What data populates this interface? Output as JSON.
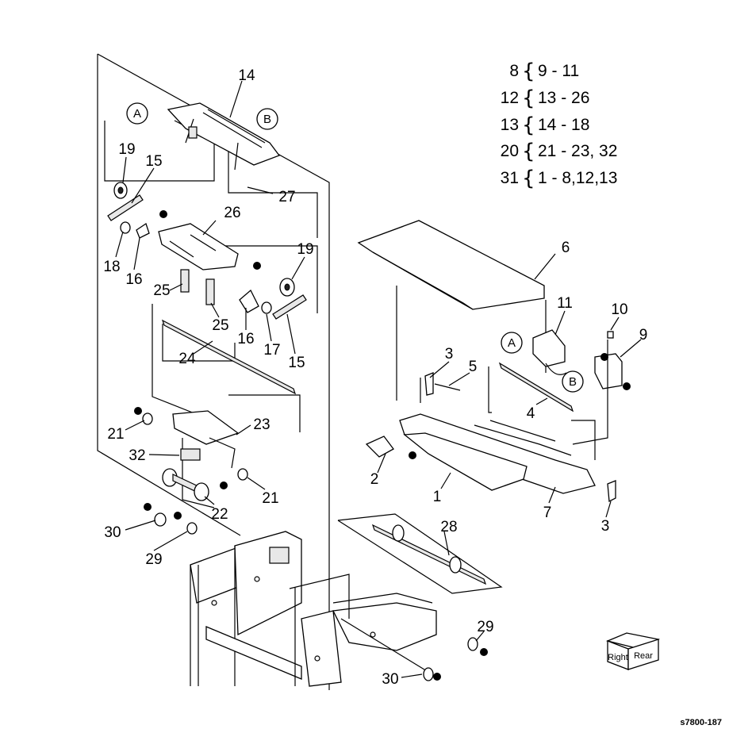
{
  "legend": [
    {
      "parent": "8",
      "children": "9 - 11"
    },
    {
      "parent": "12",
      "children": "13 - 26"
    },
    {
      "parent": "13",
      "children": "14 - 18"
    },
    {
      "parent": "20",
      "children": "21 - 23, 32"
    },
    {
      "parent": "31",
      "children": "1 - 8,12,13"
    }
  ],
  "callouts": {
    "c14": "14",
    "c19a": "19",
    "c15a": "15",
    "c26": "26",
    "c27": "27",
    "c18": "18",
    "c16a": "16",
    "c25a": "25",
    "c19b": "19",
    "c25b": "25",
    "c16b": "16",
    "c17": "17",
    "c15b": "15",
    "c24": "24",
    "c21a": "21",
    "c23": "23",
    "c32": "32",
    "c21b": "21",
    "c22": "22",
    "c30a": "30",
    "c29a": "29",
    "c6": "6",
    "c11": "11",
    "c10": "10",
    "c9": "9",
    "c3a": "3",
    "c5": "5",
    "c4": "4",
    "c2": "2",
    "c1": "1",
    "c7": "7",
    "c3b": "3",
    "c28": "28",
    "c29b": "29",
    "c30b": "30"
  },
  "connectors": {
    "a1": "A",
    "b1": "B",
    "a2": "A",
    "b2": "B"
  },
  "orientation": {
    "right": "Right",
    "rear": "Rear"
  },
  "figure_id": "s7800-187"
}
